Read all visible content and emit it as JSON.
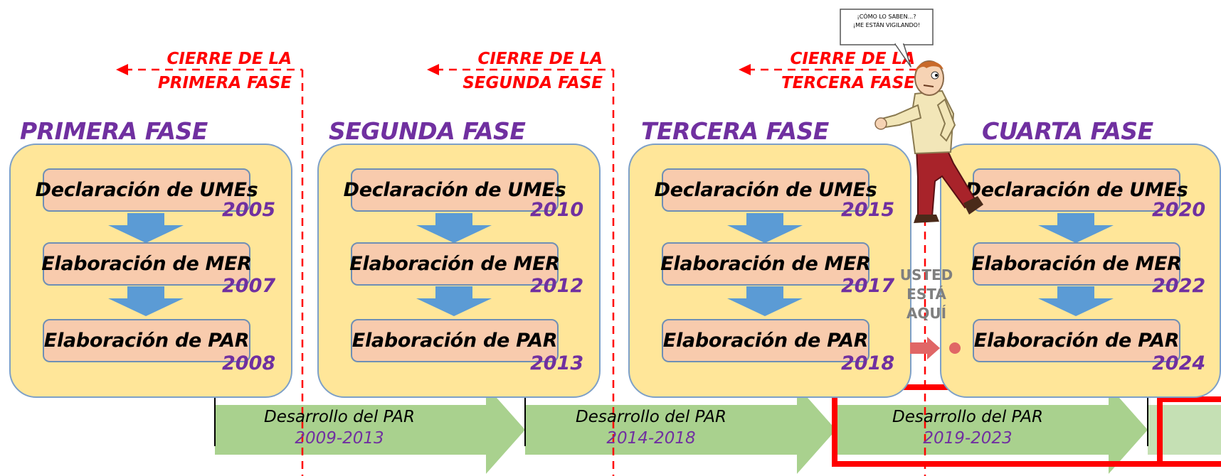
{
  "closures": [
    {
      "line1": "CIERRE DE LA",
      "line2": "PRIMERA FASE"
    },
    {
      "line1": "CIERRE DE LA",
      "line2": "SEGUNDA FASE"
    },
    {
      "line1": "CIERRE DE LA",
      "line2": "TERCERA FASE"
    }
  ],
  "phases": [
    {
      "title": "PRIMERA FASE",
      "steps": [
        {
          "label": "Declaración de UMEs",
          "year": "2005"
        },
        {
          "label": "Elaboración de MER",
          "year": "2007"
        },
        {
          "label": "Elaboración de PAR",
          "year": "2008"
        }
      ]
    },
    {
      "title": "SEGUNDA FASE",
      "steps": [
        {
          "label": "Declaración de UMEs",
          "year": "2010"
        },
        {
          "label": "Elaboración de MER",
          "year": "2012"
        },
        {
          "label": "Elaboración de PAR",
          "year": "2013"
        }
      ]
    },
    {
      "title": "TERCERA FASE",
      "steps": [
        {
          "label": "Declaración de UMEs",
          "year": "2015"
        },
        {
          "label": "Elaboración de MER",
          "year": "2017"
        },
        {
          "label": "Elaboración de PAR",
          "year": "2018"
        }
      ]
    },
    {
      "title": "CUARTA FASE",
      "steps": [
        {
          "label": "Declaración de UMEs",
          "year": "2020"
        },
        {
          "label": "Elaboración de MER",
          "year": "2022"
        },
        {
          "label": "Elaboración de PAR",
          "year": "2024"
        }
      ]
    }
  ],
  "developments": [
    {
      "label": "Desarrollo del PAR",
      "years": "2009-2013"
    },
    {
      "label": "Desarrollo del PAR",
      "years": "2014-2018"
    },
    {
      "label": "Desarrollo del PAR",
      "years": "2019-2023"
    }
  ],
  "you_are_here": {
    "line1": "USTED",
    "line2": "ESTÁ",
    "line3": "AQUÍ"
  },
  "speech_bubble": {
    "line1": "¡CÓMO LO SABEN...?",
    "line2": "¡ME ESTÁN VIGILANDO!"
  },
  "colors": {
    "phase_title": "#7030a0",
    "closure": "#ff0000",
    "panel_fill": "#ffe699",
    "step_fill": "#f8cbad",
    "down_arrow": "#5b9bd5",
    "band_arrow": "#a9d18e",
    "highlight": "#ff0000",
    "here_arrow": "#e06666"
  }
}
